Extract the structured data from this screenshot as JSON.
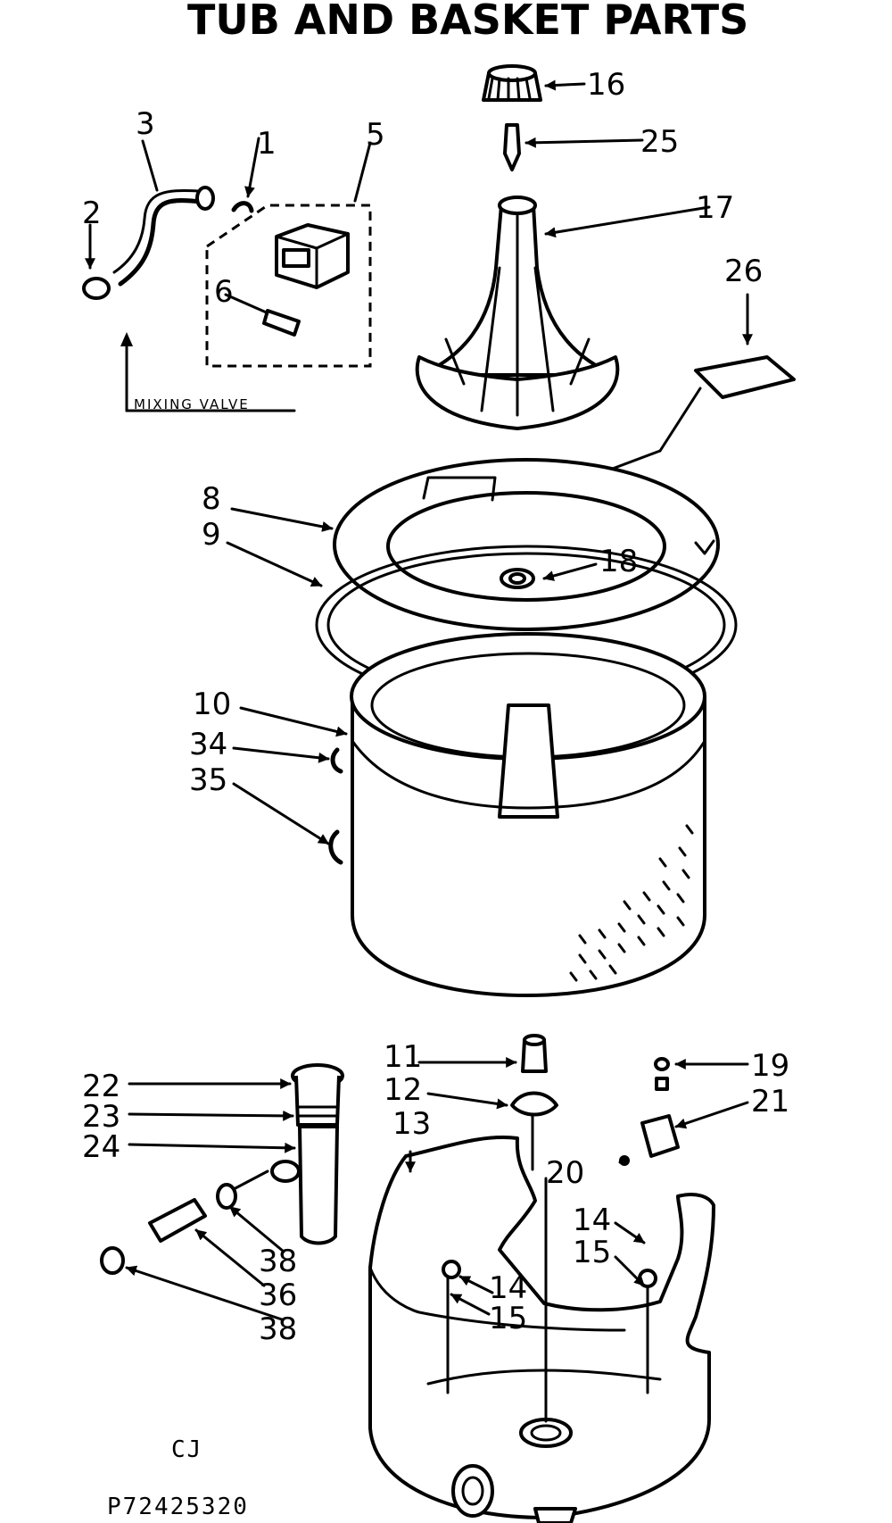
{
  "title": "TUB AND BASKET PARTS",
  "callouts": {
    "p1": "1",
    "p2": "2",
    "p3": "3",
    "p5": "5",
    "p6": "6",
    "p8": "8",
    "p9": "9",
    "p10": "10",
    "p11": "11",
    "p12": "12",
    "p13": "13",
    "p14a": "14",
    "p14b": "14",
    "p15a": "15",
    "p15b": "15",
    "p16": "16",
    "p17": "17",
    "p18": "18",
    "p19": "19",
    "p20": "20",
    "p21": "21",
    "p22": "22",
    "p23": "23",
    "p24": "24",
    "p25": "25",
    "p26": "26",
    "p34": "34",
    "p35": "35",
    "p36": "36",
    "p38a": "38",
    "p38b": "38"
  },
  "mixing_valve_label": "MIXING VALVE",
  "footer": {
    "code": "CJ",
    "part_number": "P72425320"
  }
}
